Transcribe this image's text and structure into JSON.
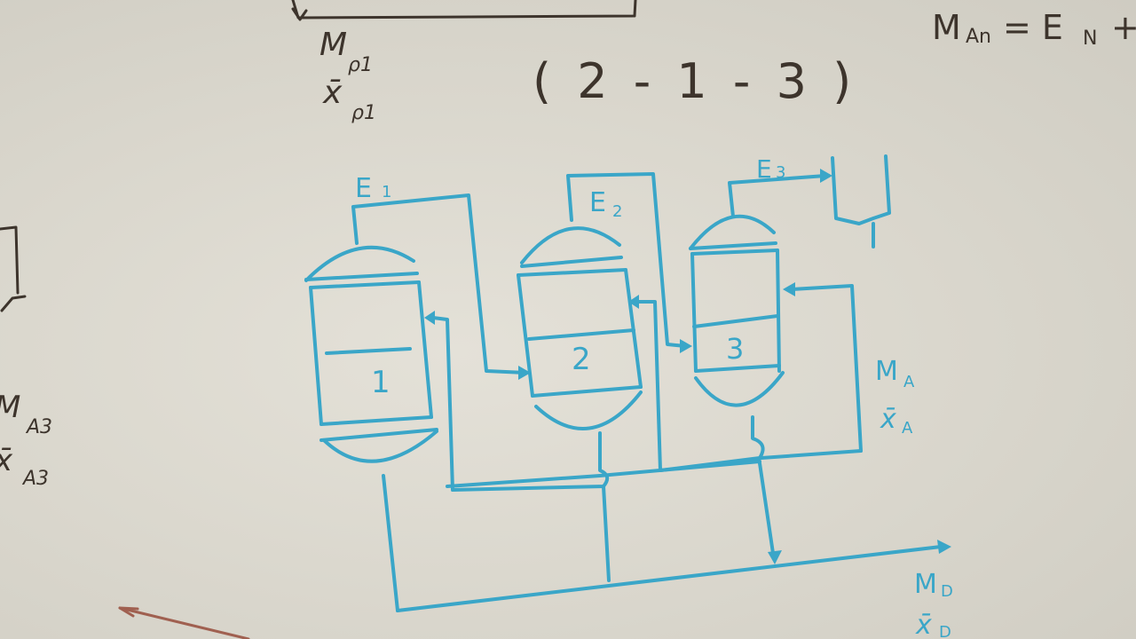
{
  "board": {
    "top_left": {
      "var": "M",
      "sub": "ρ1"
    },
    "top_left_x": {
      "var": "x̄",
      "sub": "ρ1"
    },
    "sequence": "( 2 - 1 - 3 )",
    "top_right": {
      "var": "M",
      "sub": "An",
      "rest": "= E",
      "rest_sub": "N",
      "tail": "+"
    },
    "left_m": {
      "var": "M",
      "sub": "A3"
    },
    "left_x": {
      "var": "x̄",
      "sub": "A3"
    }
  },
  "diagram": {
    "steam_labels": [
      {
        "var": "E",
        "sub": "1"
      },
      {
        "var": "E",
        "sub": "2"
      },
      {
        "var": "E",
        "sub": "3"
      }
    ],
    "effects": [
      "1",
      "2",
      "3"
    ],
    "feed": {
      "var": "M",
      "sub": "A",
      "x_var": "x̄",
      "x_sub": "A"
    },
    "product": {
      "var": "M",
      "sub": "D",
      "x_var": "x̄",
      "x_sub": "D"
    }
  },
  "colors": {
    "board": "#dcd9cf",
    "marker_blue": "#3aa6c8",
    "marker_dark": "#3d342c"
  }
}
